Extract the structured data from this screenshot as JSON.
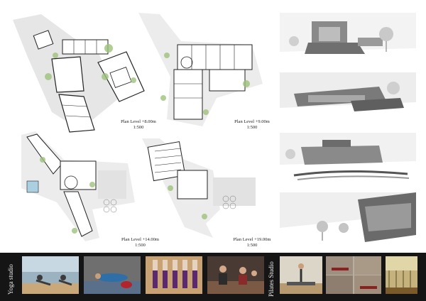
{
  "plans": {
    "level_8": {
      "label": "Plan Level  +8.00m",
      "scale": "1:500"
    },
    "level_9": {
      "label": "Plan Level  +9.00m",
      "scale": "1:500"
    },
    "level_14": {
      "label": "Plan Level  +14.00m",
      "scale": "1:500"
    },
    "level_19": {
      "label": "Plan Level  +19.00m",
      "scale": "1:500"
    }
  },
  "photo_strip": {
    "yoga_label": "Yoga studio",
    "pilates_label": "Pilates Studio"
  },
  "colors": {
    "strip_background": "#151515",
    "plan_line": "#222222",
    "landscape_green": "#9cc27a",
    "render_grey": "#8a8a8a"
  }
}
